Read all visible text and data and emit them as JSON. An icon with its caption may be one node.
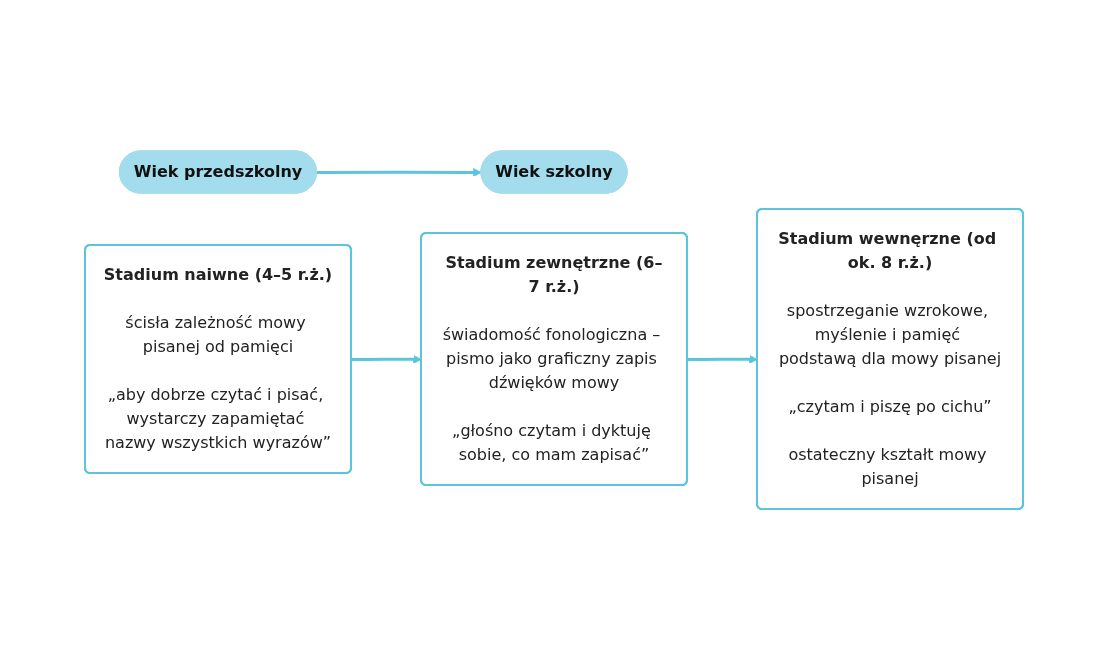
{
  "diagram": {
    "nodes": [
      {
        "text": [
          "Wiek przedszkolny"
        ]
      },
      {
        "text": [
          "Wiek szkolny"
        ]
      },
      {
        "text": [
          "Stadium naiwne (4–5 r.ż.)",
          "ścisła zależność mowy pisanej od pamięci",
          "„aby dobrze czytać i pisać, wystarczy zapamiętać nazwy wszystkich wyrazów”"
        ]
      },
      {
        "text": [
          "Stadium zewnętrzne (6–7 r.ż.)",
          "świadomość fonologiczna – pismo jako graficzny zapis dźwięków mowy",
          "„głośno czytam i dyktuję sobie, co mam zapisać”"
        ]
      },
      {
        "text": [
          "Stadium wewnęrzne (od ok. 8 r.ż.)",
          "spostrzeganie wzrokowe, myślenie i pamięć podstawą dla mowy pisanej",
          "„czytam i piszę po cichu”",
          "ostateczny kształt mowy pisanej"
        ]
      }
    ],
    "edges": [
      {
        "from": 0,
        "to": 1,
        "arrow": "to"
      },
      {
        "from": 2,
        "to": 3,
        "arrow": "to"
      },
      {
        "from": 3,
        "to": 4,
        "arrow": "to"
      }
    ]
  }
}
